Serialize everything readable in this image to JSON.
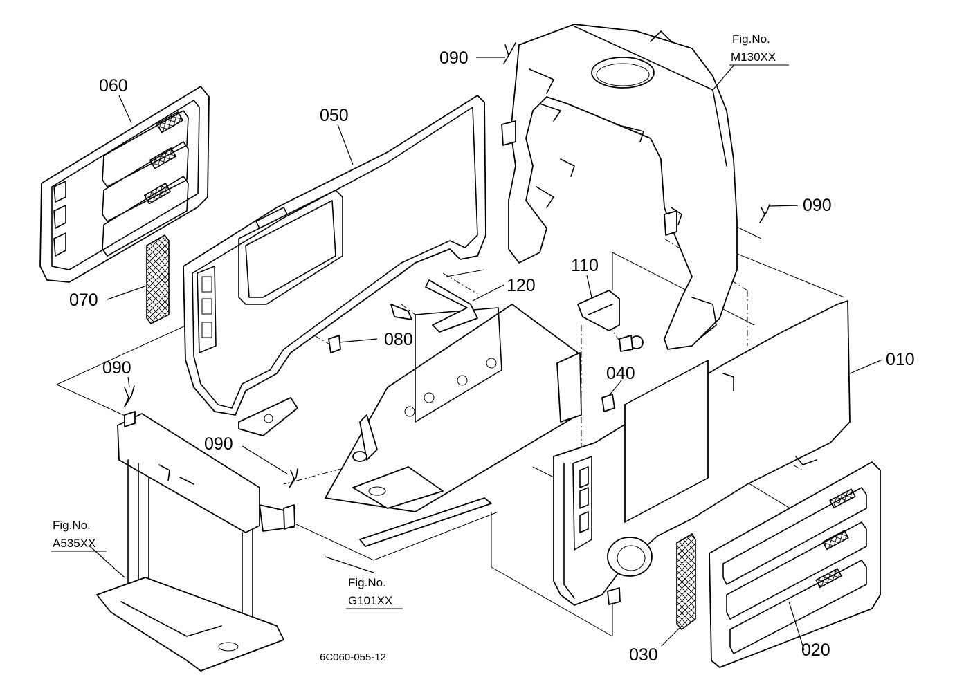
{
  "part_labels": {
    "p010": "010",
    "p020": "020",
    "p030": "030",
    "p040": "040",
    "p050": "050",
    "p060": "060",
    "p070": "070",
    "p080": "080",
    "p090_top": "090",
    "p090_right": "090",
    "p090_left": "090",
    "p090_mid": "090",
    "p110": "110",
    "p120": "120"
  },
  "figure_refs": {
    "m130": {
      "title": "Fig.No.",
      "code": "M130XX"
    },
    "a535": {
      "title": "Fig.No.",
      "code": "A535XX"
    },
    "g101": {
      "title": "Fig.No.",
      "code": "G101XX"
    }
  },
  "drawing_code": "6C060-055-12"
}
